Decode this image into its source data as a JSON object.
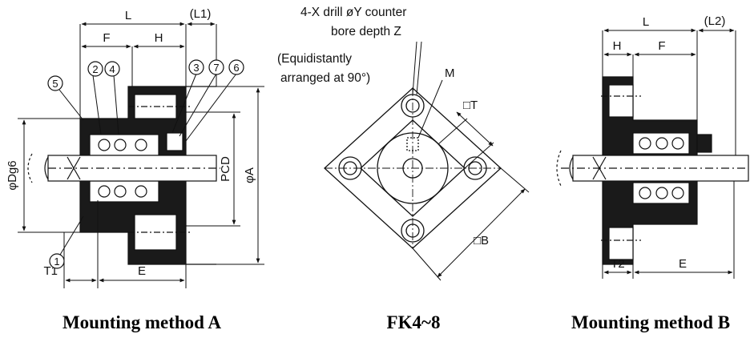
{
  "colors": {
    "ink": "#111111",
    "fill": "#1a1a1a",
    "paper": "#ffffff"
  },
  "method_a": {
    "caption": "Mounting method A",
    "dims": {
      "L": "L",
      "L1": "(L1)",
      "F": "F",
      "H": "H",
      "E": "E",
      "T1": "T1",
      "Dg6": "φDg6",
      "PCD": "PCD",
      "A": "φA"
    },
    "parts": [
      "5",
      "2",
      "4",
      "3",
      "7",
      "6",
      "1"
    ]
  },
  "front_view": {
    "caption": "FK4~8",
    "note_lines": [
      "4-X drill øY counter",
      "bore depth Z",
      "(Equidistantly",
      "arranged at 90°)"
    ],
    "dims": {
      "M": "M",
      "T": "□T",
      "B": "□B"
    }
  },
  "method_b": {
    "caption": "Mounting method B",
    "dims": {
      "L": "L",
      "L2": "(L2)",
      "H": "H",
      "F": "F",
      "T2": "T2",
      "E": "E"
    }
  }
}
